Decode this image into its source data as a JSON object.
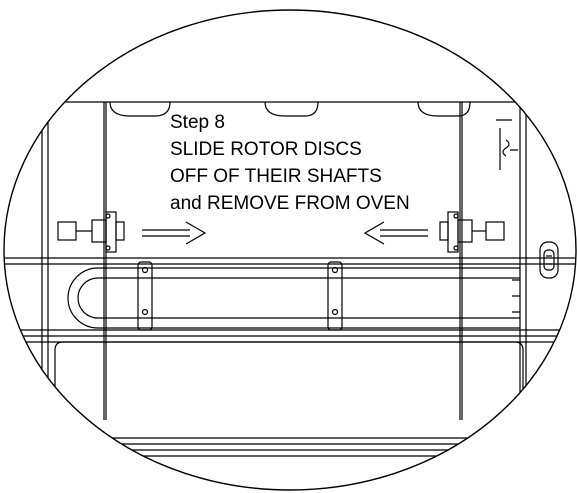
{
  "instruction": {
    "step_label": "Step 8",
    "lines": [
      "SLIDE ROTOR DISCS",
      "OFF OF THEIR SHAFTS",
      "and REMOVE FROM OVEN"
    ]
  },
  "diagram": {
    "stroke_color": "#000000",
    "background_color": "#ffffff",
    "arrows": [
      {
        "name": "right-arrow",
        "direction": "right"
      },
      {
        "name": "left-arrow",
        "direction": "left"
      }
    ]
  }
}
